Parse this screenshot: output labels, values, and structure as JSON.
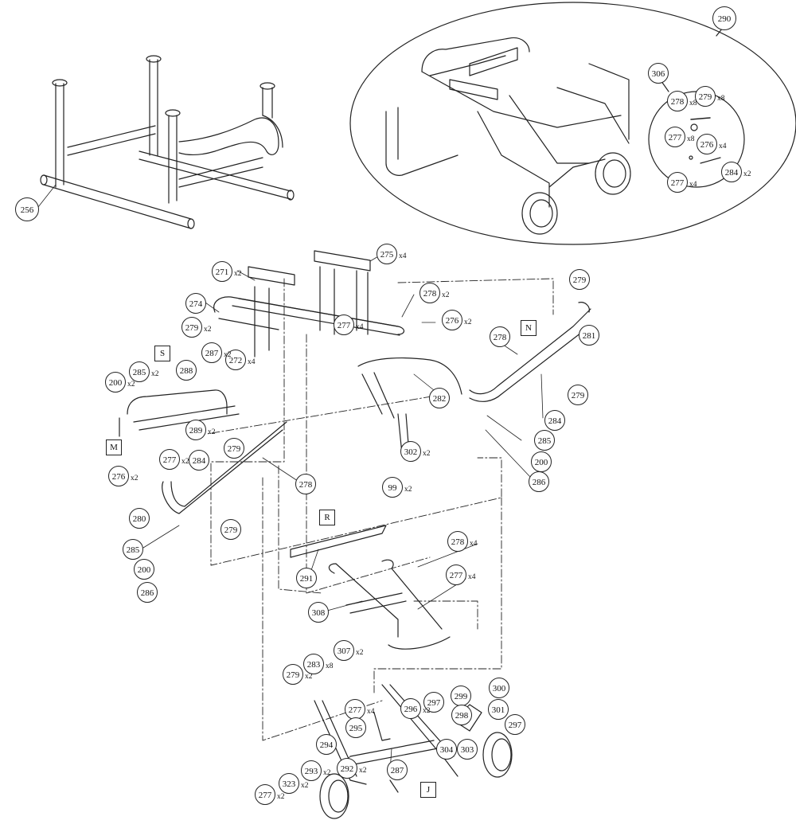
{
  "callouts": [
    {
      "n": "256",
      "q": ""
    },
    {
      "n": "290",
      "q": ""
    },
    {
      "n": "306",
      "q": ""
    },
    {
      "n": "278",
      "q": "x8"
    },
    {
      "n": "279",
      "q": "x8"
    },
    {
      "n": "277",
      "q": "x8"
    },
    {
      "n": "276",
      "q": "x4"
    },
    {
      "n": "277",
      "q": "x4"
    },
    {
      "n": "284",
      "q": "x2"
    },
    {
      "n": "275",
      "q": "x4"
    },
    {
      "n": "271",
      "q": "x2"
    },
    {
      "n": "274",
      "q": ""
    },
    {
      "n": "278",
      "q": "x2"
    },
    {
      "n": "276",
      "q": "x2"
    },
    {
      "n": "279",
      "q": "x2"
    },
    {
      "n": "277",
      "q": "x4"
    },
    {
      "n": "272",
      "q": "x4"
    },
    {
      "n": "279",
      "q": ""
    },
    {
      "n": "278",
      "q": ""
    },
    {
      "n": "281",
      "q": ""
    },
    {
      "n": "279",
      "q": ""
    },
    {
      "n": "287",
      "q": "x2"
    },
    {
      "n": "288",
      "q": ""
    },
    {
      "n": "285",
      "q": "x2"
    },
    {
      "n": "200",
      "q": "x2"
    },
    {
      "n": "282",
      "q": ""
    },
    {
      "n": "284",
      "q": ""
    },
    {
      "n": "285",
      "q": ""
    },
    {
      "n": "289",
      "q": "x2"
    },
    {
      "n": "279",
      "q": ""
    },
    {
      "n": "200",
      "q": ""
    },
    {
      "n": "286",
      "q": ""
    },
    {
      "n": "302",
      "q": "x2"
    },
    {
      "n": "277",
      "q": "x2"
    },
    {
      "n": "284",
      "q": ""
    },
    {
      "n": "276",
      "q": "x2"
    },
    {
      "n": "278",
      "q": ""
    },
    {
      "n": "99",
      "q": "x2"
    },
    {
      "n": "280",
      "q": ""
    },
    {
      "n": "279",
      "q": ""
    },
    {
      "n": "285",
      "q": ""
    },
    {
      "n": "200",
      "q": ""
    },
    {
      "n": "286",
      "q": ""
    },
    {
      "n": "291",
      "q": ""
    },
    {
      "n": "278",
      "q": "x4"
    },
    {
      "n": "277",
      "q": "x4"
    },
    {
      "n": "308",
      "q": ""
    },
    {
      "n": "307",
      "q": "x2"
    },
    {
      "n": "279",
      "q": "x2"
    },
    {
      "n": "283",
      "q": "x8"
    },
    {
      "n": "300",
      "q": ""
    },
    {
      "n": "297",
      "q": ""
    },
    {
      "n": "299",
      "q": ""
    },
    {
      "n": "277",
      "q": "x4"
    },
    {
      "n": "296",
      "q": "x2"
    },
    {
      "n": "298",
      "q": ""
    },
    {
      "n": "301",
      "q": ""
    },
    {
      "n": "297",
      "q": ""
    },
    {
      "n": "295",
      "q": ""
    },
    {
      "n": "304",
      "q": ""
    },
    {
      "n": "303",
      "q": ""
    },
    {
      "n": "294",
      "q": ""
    },
    {
      "n": "287",
      "q": ""
    },
    {
      "n": "293",
      "q": "x2"
    },
    {
      "n": "292",
      "q": "x2"
    },
    {
      "n": "323",
      "q": "x2"
    },
    {
      "n": "277",
      "q": "x2"
    }
  ],
  "section_labels": [
    "S",
    "M",
    "N",
    "R",
    "J"
  ]
}
